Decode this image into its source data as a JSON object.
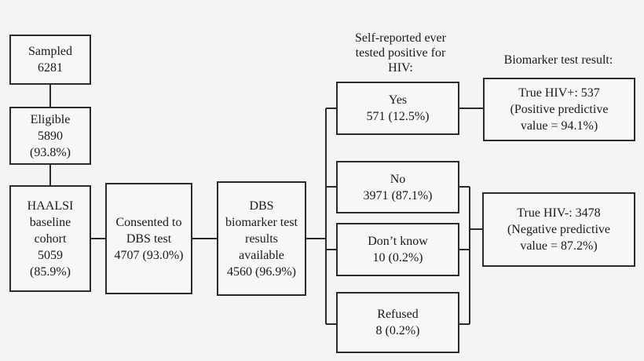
{
  "headings": {
    "self_report": [
      "Self-reported ever",
      "tested positive for",
      "HIV:"
    ],
    "biomarker": [
      "Biomarker test result:"
    ]
  },
  "boxes": {
    "sampled": [
      "Sampled",
      "6281"
    ],
    "eligible": [
      "Eligible",
      "5890",
      "(93.8%)"
    ],
    "haalsi": [
      "HAALSI",
      "baseline",
      "cohort",
      "5059",
      "(85.9%)"
    ],
    "consented": [
      "Consented to",
      "DBS test",
      "4707 (93.0%)"
    ],
    "dbs": [
      "DBS",
      "biomarker test",
      "results",
      "available",
      "4560 (96.9%)"
    ],
    "yes": [
      "Yes",
      "571 (12.5%)"
    ],
    "no": [
      "No",
      "3971 (87.1%)"
    ],
    "dont_know": [
      "Don’t know",
      "10 (0.2%)"
    ],
    "refused": [
      "Refused",
      "8 (0.2%)"
    ],
    "true_pos": [
      "True HIV+: 537",
      "(Positive predictive",
      "value = 94.1%)"
    ],
    "true_neg": [
      "True HIV-: 3478",
      "(Negative predictive",
      "value = 87.2%)"
    ]
  },
  "colors": {
    "line": "#2b2b2b",
    "box_fill": "#f7f7f7",
    "background": "#f4f4f4"
  }
}
